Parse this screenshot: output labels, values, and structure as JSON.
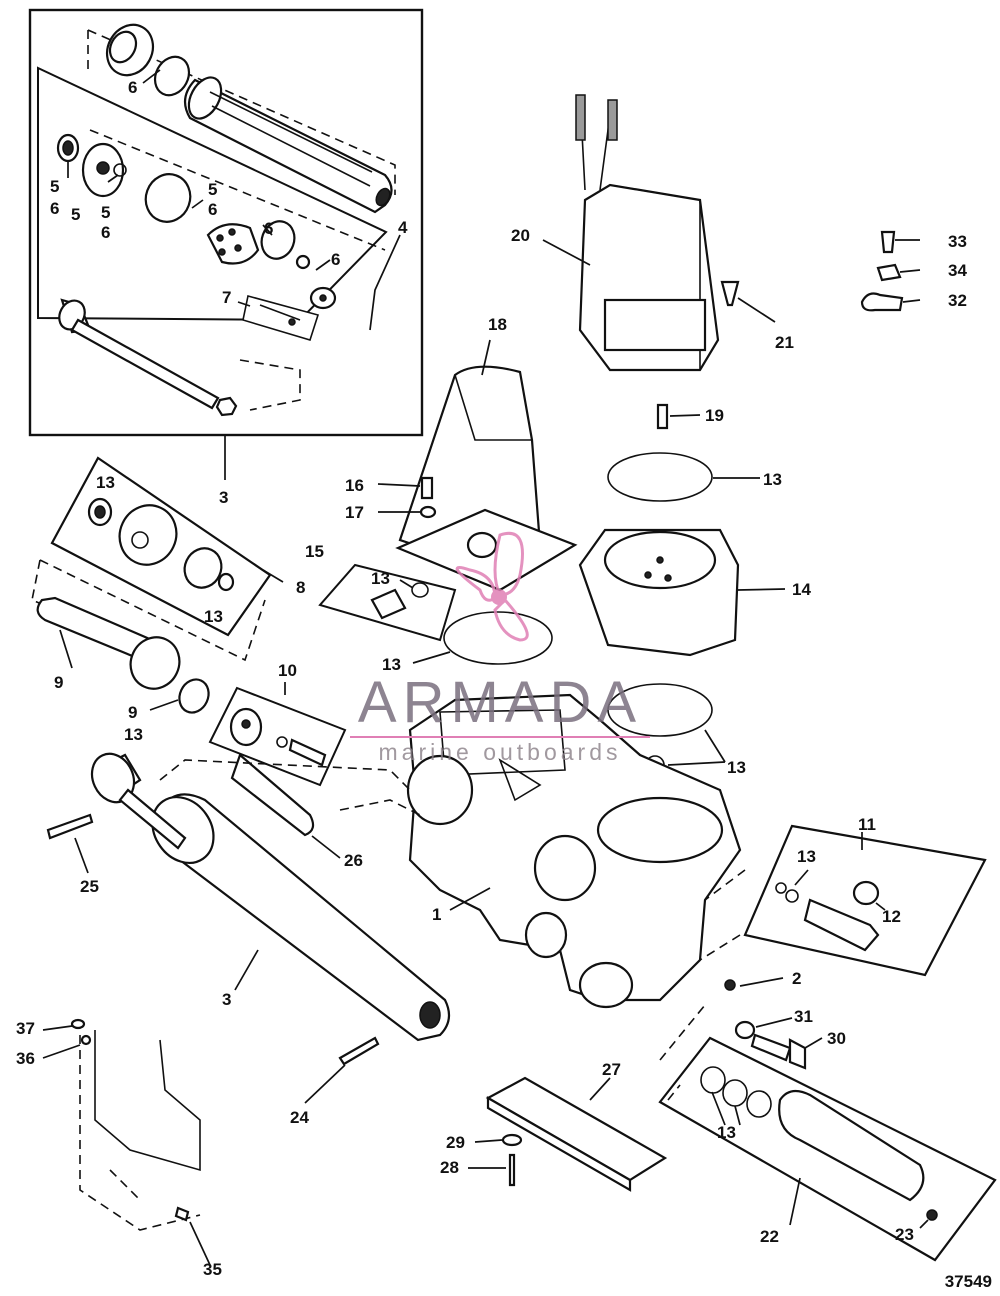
{
  "diagram": {
    "drawing_number": "37549",
    "watermark": {
      "brand": "ARMADA",
      "tagline": "marine outboards",
      "accent_color": "#e07fb5",
      "text_color": "#7a6f7e"
    },
    "callouts": [
      {
        "id": "c6a",
        "text": "6"
      },
      {
        "id": "c5a",
        "text": "5"
      },
      {
        "id": "c6b",
        "text": "6"
      },
      {
        "id": "c5b",
        "text": "5"
      },
      {
        "id": "c5c",
        "text": "5"
      },
      {
        "id": "c6c",
        "text": "6"
      },
      {
        "id": "c5d",
        "text": "5"
      },
      {
        "id": "c6d",
        "text": "6"
      },
      {
        "id": "c6e",
        "text": "6"
      },
      {
        "id": "c6f",
        "text": "6"
      },
      {
        "id": "c4",
        "text": "4"
      },
      {
        "id": "c7",
        "text": "7"
      },
      {
        "id": "c3a",
        "text": "3"
      },
      {
        "id": "c13a",
        "text": "13"
      },
      {
        "id": "c13b",
        "text": "13"
      },
      {
        "id": "c8",
        "text": "8"
      },
      {
        "id": "c9a",
        "text": "9"
      },
      {
        "id": "c9b",
        "text": "9"
      },
      {
        "id": "c13c",
        "text": "13"
      },
      {
        "id": "c10",
        "text": "10"
      },
      {
        "id": "c20",
        "text": "20"
      },
      {
        "id": "c21",
        "text": "21"
      },
      {
        "id": "c33",
        "text": "33"
      },
      {
        "id": "c34",
        "text": "34"
      },
      {
        "id": "c32",
        "text": "32"
      },
      {
        "id": "c18",
        "text": "18"
      },
      {
        "id": "c19",
        "text": "19"
      },
      {
        "id": "c13d",
        "text": "13"
      },
      {
        "id": "c16",
        "text": "16"
      },
      {
        "id": "c17",
        "text": "17"
      },
      {
        "id": "c15",
        "text": "15"
      },
      {
        "id": "c13e",
        "text": "13"
      },
      {
        "id": "c14",
        "text": "14"
      },
      {
        "id": "c13f",
        "text": "13"
      },
      {
        "id": "c13g",
        "text": "13"
      },
      {
        "id": "c25",
        "text": "25"
      },
      {
        "id": "c26",
        "text": "26"
      },
      {
        "id": "c1",
        "text": "1"
      },
      {
        "id": "c11",
        "text": "11"
      },
      {
        "id": "c13h",
        "text": "13"
      },
      {
        "id": "c12",
        "text": "12"
      },
      {
        "id": "c3b",
        "text": "3"
      },
      {
        "id": "c2",
        "text": "2"
      },
      {
        "id": "c31",
        "text": "31"
      },
      {
        "id": "c30",
        "text": "30"
      },
      {
        "id": "c37",
        "text": "37"
      },
      {
        "id": "c36",
        "text": "36"
      },
      {
        "id": "c24",
        "text": "24"
      },
      {
        "id": "c27",
        "text": "27"
      },
      {
        "id": "c13i",
        "text": "13"
      },
      {
        "id": "c29",
        "text": "29"
      },
      {
        "id": "c28",
        "text": "28"
      },
      {
        "id": "c22",
        "text": "22"
      },
      {
        "id": "c23",
        "text": "23"
      },
      {
        "id": "c35",
        "text": "35"
      }
    ]
  }
}
